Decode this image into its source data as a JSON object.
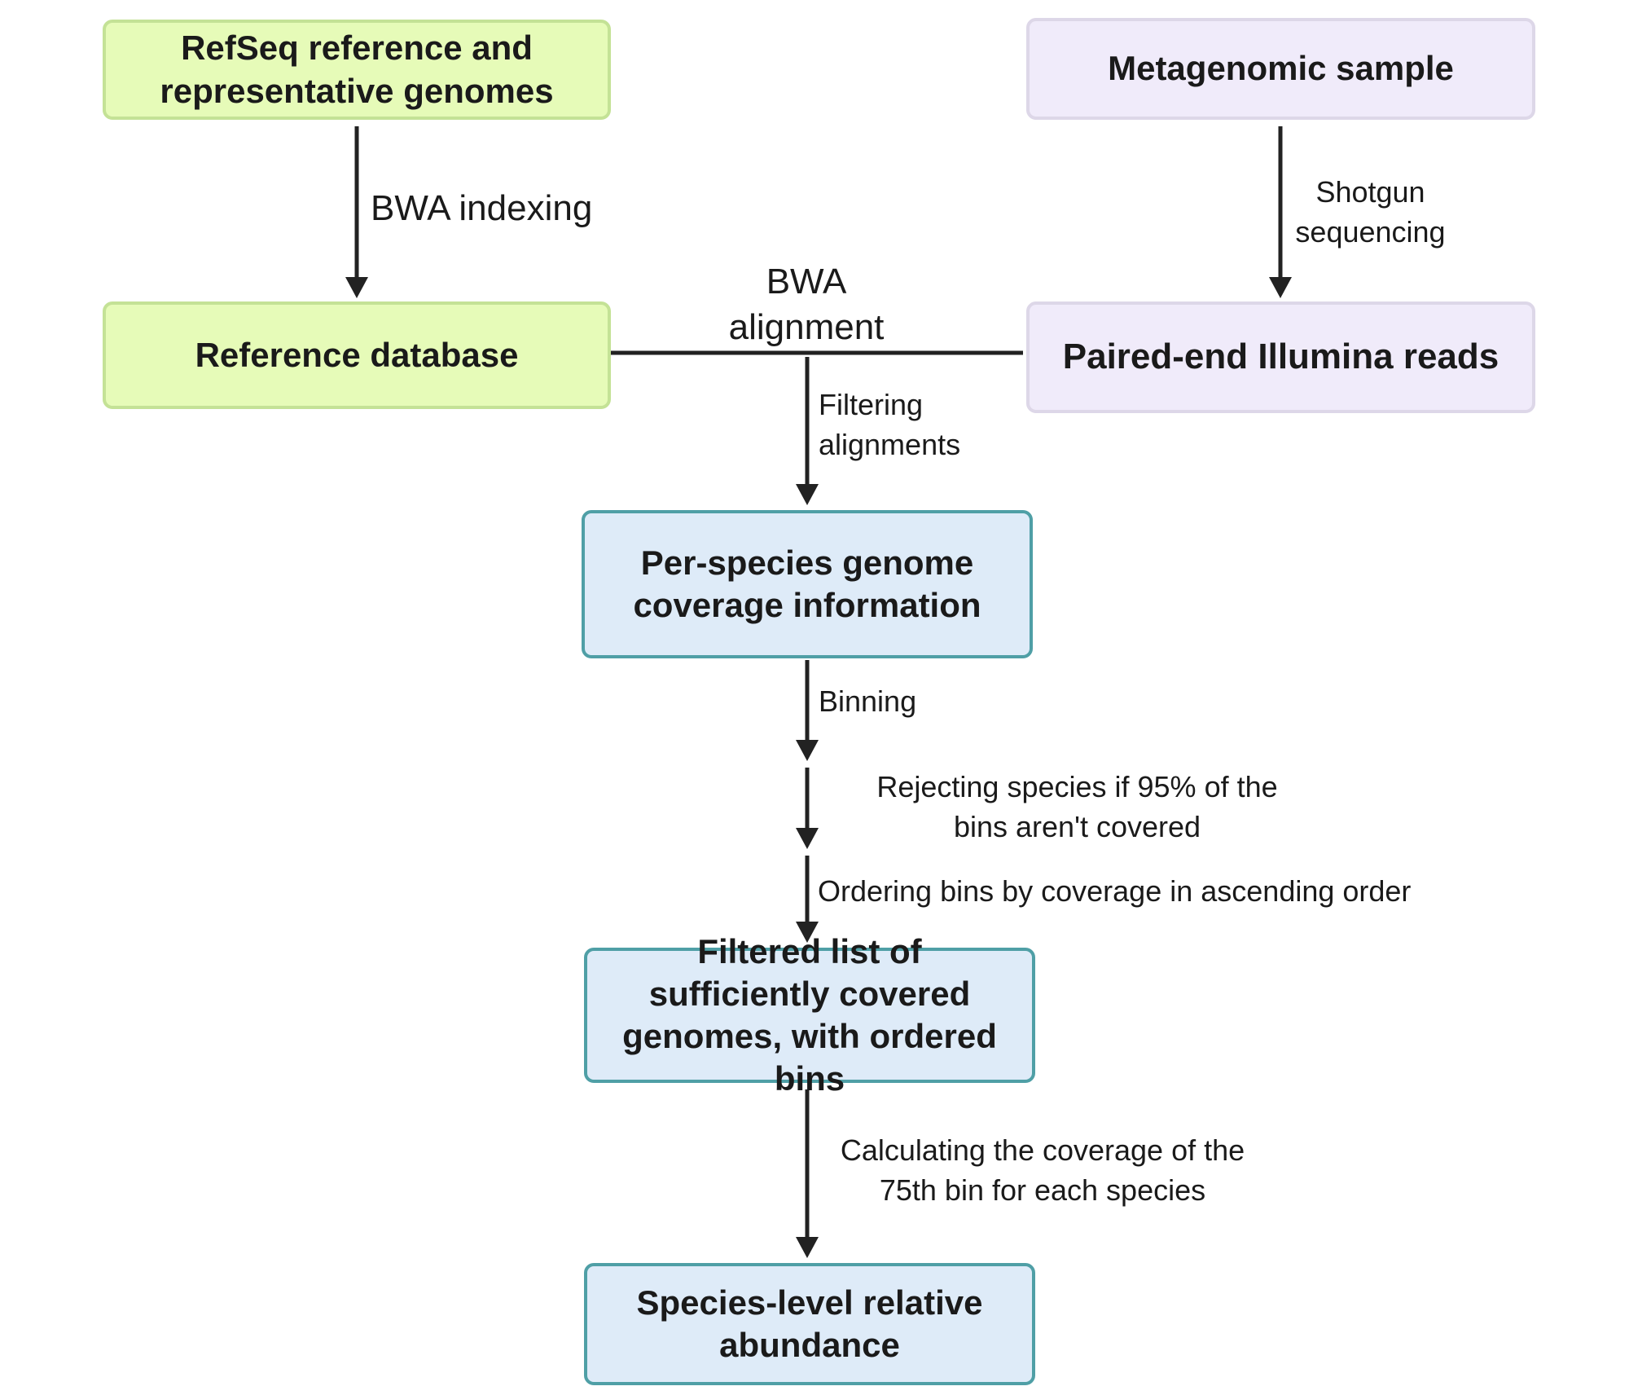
{
  "nodes": {
    "refseq": "RefSeq reference and representative genomes",
    "metagenomic": "Metagenomic sample",
    "reference_db": "Reference database",
    "paired_reads": "Paired-end Illumina reads",
    "coverage_info": "Per-species genome coverage information",
    "filtered_list": "Filtered list of sufficiently covered genomes, with ordered bins",
    "abundance": "Species-level relative abundance"
  },
  "edges": {
    "bwa_indexing": "BWA indexing",
    "shotgun": "Shotgun sequencing",
    "bwa_alignment": "BWA alignment",
    "filtering": "Filtering alignments",
    "binning": "Binning",
    "rejecting": "Rejecting species if 95% of the bins aren't covered",
    "ordering": "Ordering bins by coverage in ascending order",
    "calculating": "Calculating the coverage of the 75th bin for each species"
  },
  "colors": {
    "green_fill": "#e6fbb8",
    "lavender_fill": "#f0ebfa",
    "blue_fill": "#deebf8",
    "blue_border": "#4f9fa6",
    "arrow": "#222222"
  }
}
